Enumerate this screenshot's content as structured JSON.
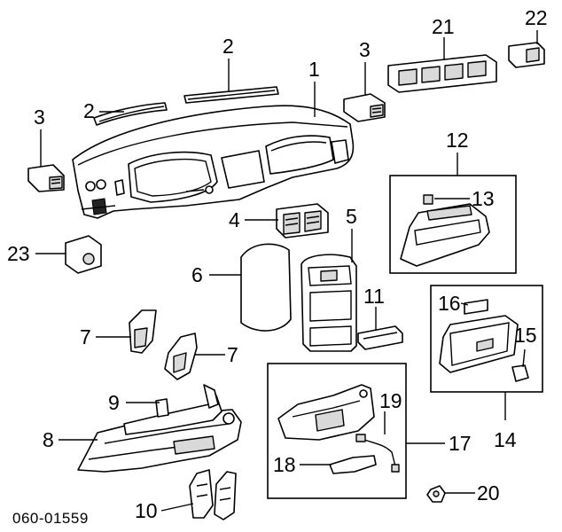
{
  "diagram_code": "060-01559",
  "callouts": {
    "c1": "1",
    "c2a": "2",
    "c2b": "2",
    "c3a": "3",
    "c3b": "3",
    "c4": "4",
    "c5": "5",
    "c6": "6",
    "c7a": "7",
    "c7b": "7",
    "c8": "8",
    "c9": "9",
    "c10": "10",
    "c11": "11",
    "c12": "12",
    "c13": "13",
    "c14": "14",
    "c15": "15",
    "c16": "16",
    "c17": "17",
    "c18": "18",
    "c19": "19",
    "c20": "20",
    "c21": "21",
    "c22": "22",
    "c23": "23"
  }
}
